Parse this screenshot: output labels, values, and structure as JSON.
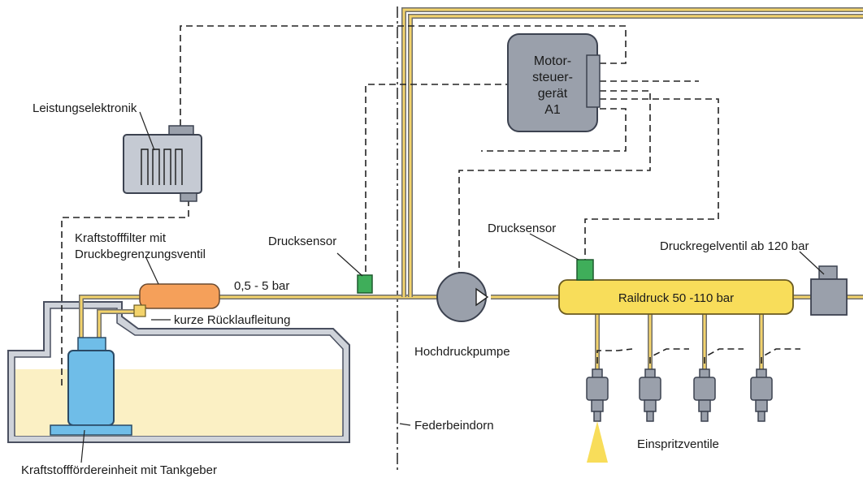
{
  "labels": {
    "power_electronics": "Leistungselektronik",
    "engine_ecu_line1": "Motor-",
    "engine_ecu_line2": "steuer-",
    "engine_ecu_line3": "gerät",
    "engine_ecu_line4": "A1",
    "filter_line1": "Kraftstofffilter mit",
    "filter_line2": "Druckbegrenzungsventil",
    "pressure_sensor_low": "Drucksensor",
    "pressure_sensor_rail": "Drucksensor",
    "low_pressure": "0,5 - 5 bar",
    "short_return_line": "kurze Rücklaufleitung",
    "high_pressure_pump": "Hochdruckpumpe",
    "pressure_regulator": "Druckregelventil ab 120 bar",
    "rail_pressure": "Raildruck 50 -110 bar",
    "strut_dome": "Federbeindorn",
    "injectors": "Einspritzventile",
    "fuel_delivery_unit": "Kraftstofffördereinheit mit Tankgeber"
  },
  "colors": {
    "fuel_line": "#f3d36b",
    "fuel_line_border": "#6e6e6e",
    "rail": "#f8dd5a",
    "filter": "#f5a05a",
    "pump_unit": "#6fbde8",
    "sensor": "#3fae5a",
    "component_grey": "#9aa0ab",
    "tank_fill": "#fbf0c4",
    "tank_wall": "#cfd3da"
  }
}
